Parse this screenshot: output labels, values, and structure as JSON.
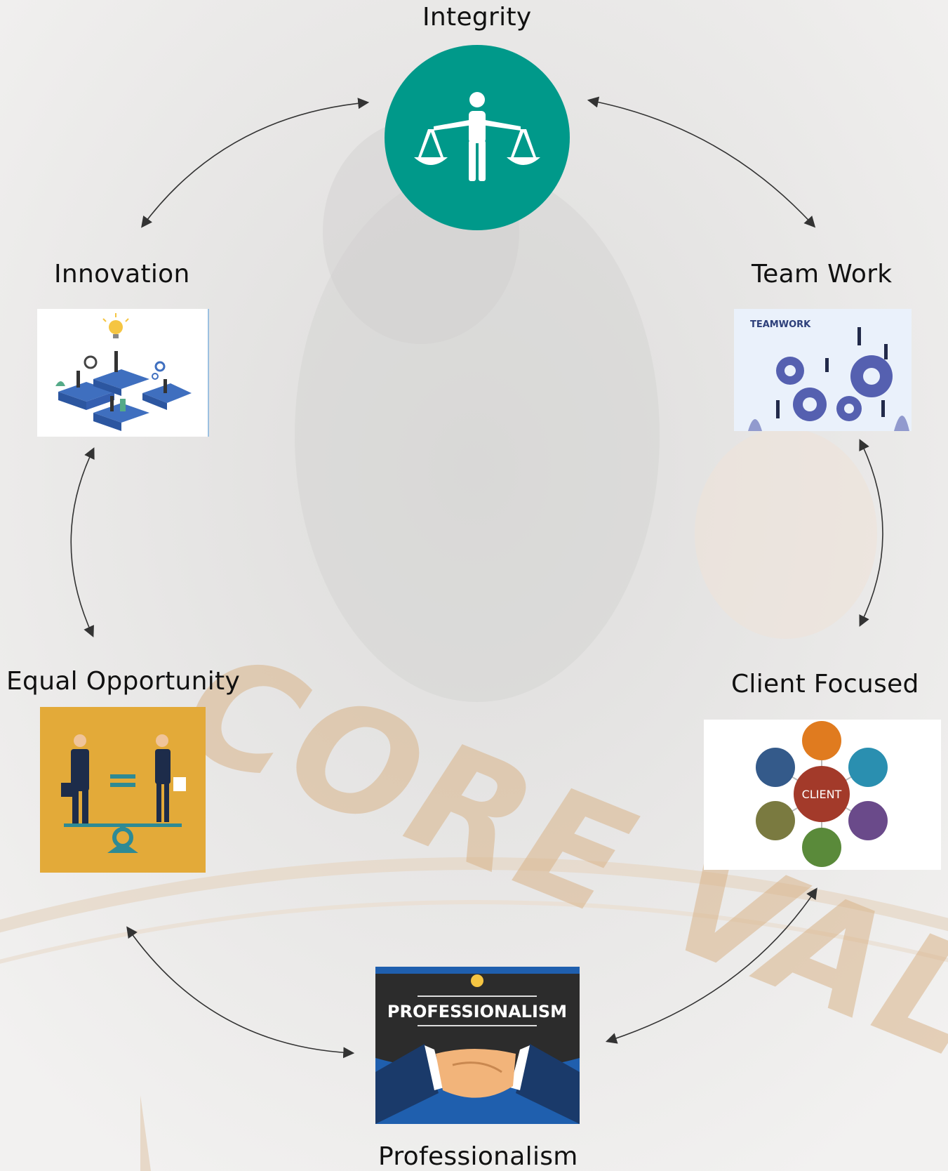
{
  "background": {
    "watermark": "CORE VALUES",
    "base_color": "#ecebea",
    "watermark_color": "#d9b48a"
  },
  "nodes": {
    "integrity": {
      "label": "Integrity",
      "icon": "balance-scale-person-icon",
      "color": "#00998a"
    },
    "team_work": {
      "label": "Team Work",
      "image_caption": "TEAMWORK",
      "icon": "gears-team-icon"
    },
    "client_focused": {
      "label": "Client Focused",
      "center_text": "CLIENT",
      "colors": [
        "#e07b1f",
        "#2a8fb0",
        "#6a4a8a",
        "#5a8a3a",
        "#7a7a40",
        "#345a8a",
        "#a33a2a"
      ]
    },
    "professionalism": {
      "label": "Professionalism",
      "banner": "PROFESSIONALISM",
      "icon": "handshake-icon"
    },
    "equal_opportunity": {
      "label": "Equal Opportunity",
      "icon": "equal-scale-icon",
      "color": "#e3aa39"
    },
    "innovation": {
      "label": "Innovation",
      "icon": "lightbulb-puzzle-icon"
    }
  },
  "connectors": {
    "color": "#333333"
  }
}
